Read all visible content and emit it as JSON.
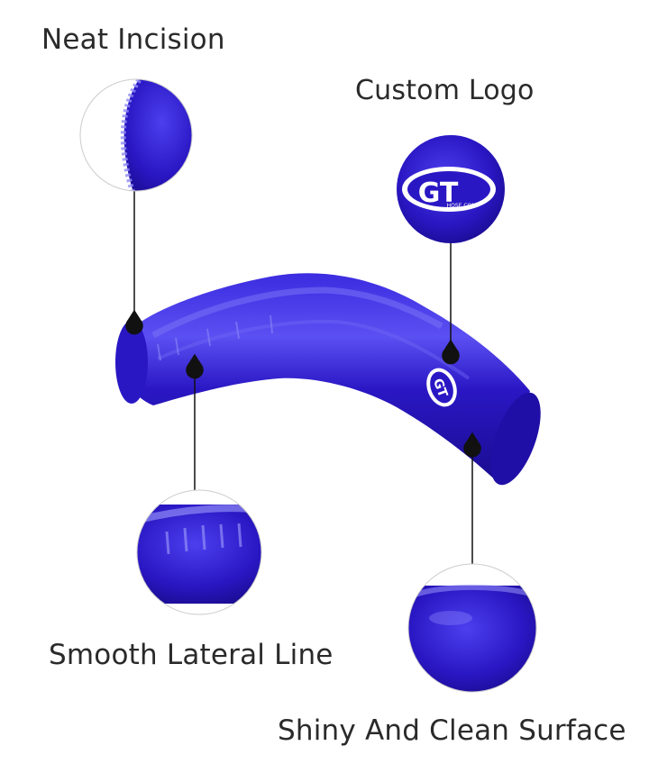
{
  "labels": {
    "neat_incision": "Neat Incision",
    "custom_logo": "Custom Logo",
    "smooth_lateral_line": "Smooth Lateral Line",
    "shiny_surface": "Shiny And Clean Surface"
  },
  "logo": {
    "main": "GT",
    "sub": "HOSE.COM"
  },
  "colors": {
    "hose_blue": "#2a17c4",
    "hose_highlight": "#5a4ef0",
    "hose_dark": "#160a7a",
    "pointer": "#111111",
    "text": "#2a2a2a"
  }
}
